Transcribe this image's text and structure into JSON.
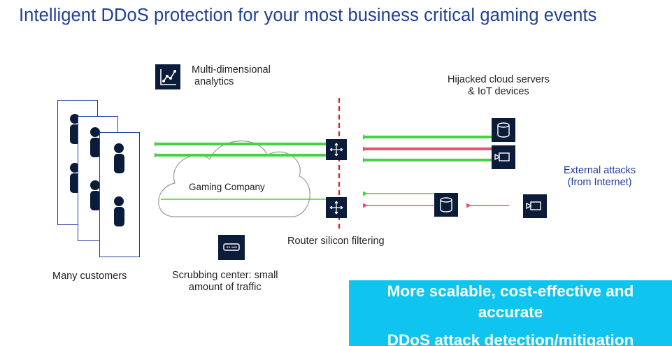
{
  "title": "Intelligent DDoS protection for your most business critical gaming events",
  "labels": {
    "analytics": [
      "Multi-dimensional",
      "analytics"
    ],
    "hijacked": [
      "Hijacked cloud servers",
      "& IoT devices"
    ],
    "external": [
      "External attacks",
      "(from Internet)"
    ],
    "gaming_company": "Gaming Company",
    "router": "Router silicon filtering",
    "customers": "Many customers",
    "scrubbing": [
      "Scrubbing center: small",
      "amount of traffic"
    ]
  },
  "banner": {
    "line1": "More scalable, cost-effective and",
    "line2": "accurate",
    "line3": "DDoS attack detection/mitigation"
  },
  "colors": {
    "title": "#1f3f98",
    "legit_traffic": "#46d246",
    "attack_traffic": "#f0506e",
    "boundary": "#e02020",
    "icon_bg": "#0b1c3a",
    "banner_bg": "#0fc4ee"
  },
  "icons": {
    "analytics": "line-chart-icon",
    "scrubbing": "server-icon",
    "router": "router-arrows-icon",
    "hijacked_1": "database-icon",
    "hijacked_2": "camera-icon",
    "external_1": "database-icon",
    "external_2": "camera-icon"
  }
}
